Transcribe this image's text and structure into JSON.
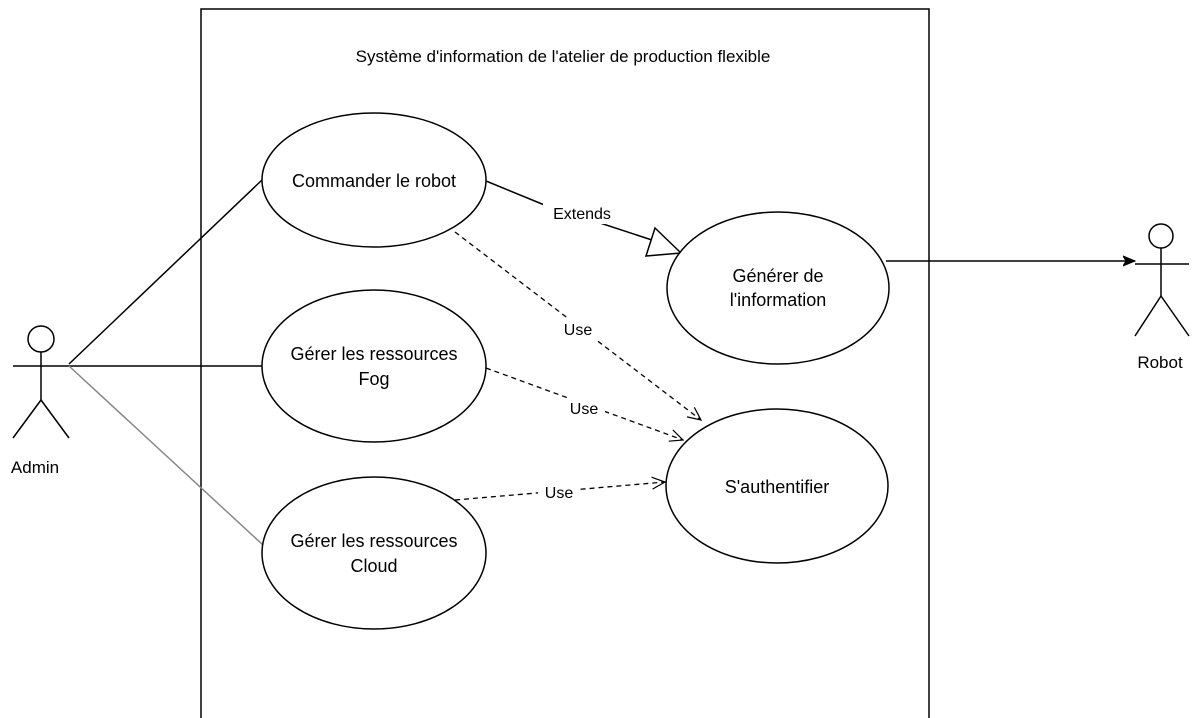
{
  "system": {
    "title": "Système d'information de l'atelier de production flexible"
  },
  "actors": {
    "admin": "Admin",
    "robot": "Robot"
  },
  "use_cases": {
    "commander": [
      "Commander le robot"
    ],
    "gerer_fog": [
      "Gérer les ressources",
      "Fog"
    ],
    "gerer_cloud": [
      "Gérer les ressources",
      "Cloud"
    ],
    "generer": [
      "Générer de",
      "l'information"
    ],
    "authentifier": [
      "S'authentifier"
    ]
  },
  "relations": {
    "extends": "Extends",
    "use_commander": "Use",
    "use_fog": "Use",
    "use_cloud": "Use"
  }
}
